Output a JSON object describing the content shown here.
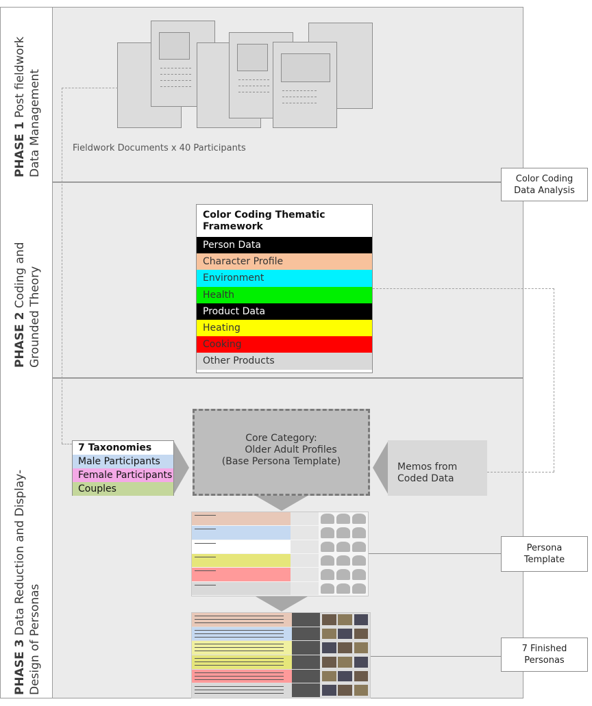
{
  "phases": [
    {
      "number_label": "PHASE 1",
      "title_line1": "Post fieldwork",
      "title_line2": "Data Management"
    },
    {
      "number_label": "PHASE 2",
      "title_line1": "Coding and",
      "title_line2": "Grounded Theory"
    },
    {
      "number_label": "PHASE 3",
      "title_line1": "Data Reduction and Display-",
      "title_line2": "Design of Personas"
    }
  ],
  "fieldwork_caption": "Fieldwork Documents x 40 Participants",
  "callouts": {
    "color_coding": [
      "Color Coding",
      "Data Analysis"
    ],
    "persona_template": [
      "Persona",
      "Template"
    ],
    "finished_personas": [
      "7 Finished",
      "Personas"
    ]
  },
  "framework": {
    "title": "Color Coding Thematic Framework",
    "rows": [
      {
        "label": "Person Data",
        "bg": "#000000",
        "fg": "#ffffff"
      },
      {
        "label": "Character Profile",
        "bg": "#f8c29c",
        "fg": "#333333"
      },
      {
        "label": "Environment",
        "bg": "#00f2ff",
        "fg": "#333333"
      },
      {
        "label": "Health",
        "bg": "#00f000",
        "fg": "#333333"
      },
      {
        "label": "Product Data",
        "bg": "#000000",
        "fg": "#ffffff"
      },
      {
        "label": "Heating",
        "bg": "#ffff00",
        "fg": "#333333"
      },
      {
        "label": "Cooking",
        "bg": "#ff0000",
        "fg": "#333333"
      },
      {
        "label": "Other Products",
        "bg": "#d9d9d9",
        "fg": "#333333"
      }
    ]
  },
  "taxonomies": {
    "title": "7 Taxonomies",
    "rows": [
      {
        "label": "Male Participants",
        "bg": "#c5d9f1"
      },
      {
        "label": "Female Participants",
        "bg": "#f4a9e6"
      },
      {
        "label": "Couples",
        "bg": "#c4d79b"
      }
    ]
  },
  "core_category": {
    "line1": "Core Category:",
    "line2": "Older Adult Profiles",
    "line3": "(Base Persona Template)"
  },
  "memos": {
    "line1": "Memos from",
    "line2": "Coded Data"
  },
  "template_band_colors": [
    "#e8c8b8",
    "#c5d9f1",
    "#ffffff",
    "#e6e67a",
    "#ff9a9a",
    "#d9d9d9"
  ],
  "finished_band_colors": [
    "#e8c8b8",
    "#c5d9f1",
    "#f0f0a0",
    "#e6e67a",
    "#ff9a9a",
    "#d9d9d9"
  ]
}
